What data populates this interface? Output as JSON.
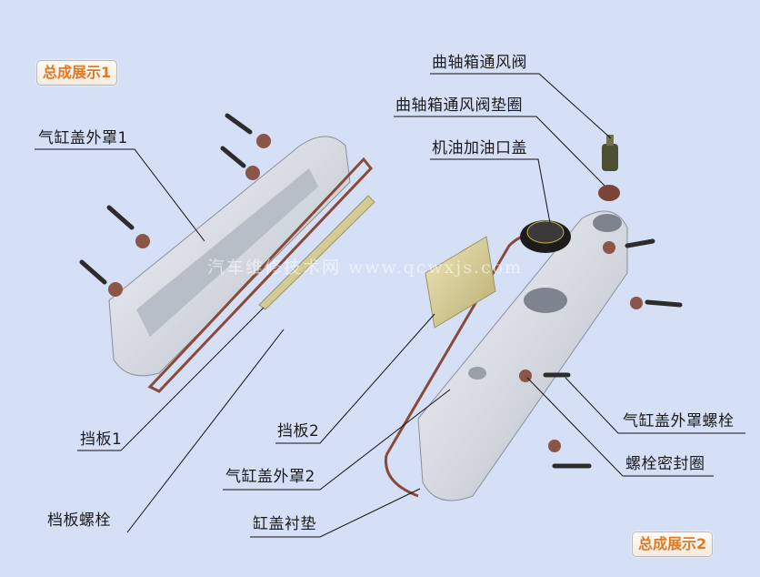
{
  "badges": {
    "assembly1": "总成展示1",
    "assembly2": "总成展示2"
  },
  "watermark": "汽车维修技术网 www.qcwxjs.com",
  "labels": {
    "cover1": "气缸盖外罩1",
    "baffle1": "挡板1",
    "baffle_bolt": "档板螺栓",
    "pcv_valve": "曲轴箱通风阀",
    "pcv_gasket": "曲轴箱通风阀垫圈",
    "oil_cap": "机油加油口盖",
    "baffle2": "挡板2",
    "cover2": "气缸盖外罩2",
    "head_gasket": "缸盖衬垫",
    "cover_bolt": "气缸盖外罩螺栓",
    "bolt_seal": "螺栓密封圈"
  },
  "colors": {
    "background": "#d5e0f7",
    "badge_text": "#e07a22",
    "gasket": "#8a4a3a",
    "baffle": "#d8cf96",
    "cover": "#e4e8ee"
  }
}
